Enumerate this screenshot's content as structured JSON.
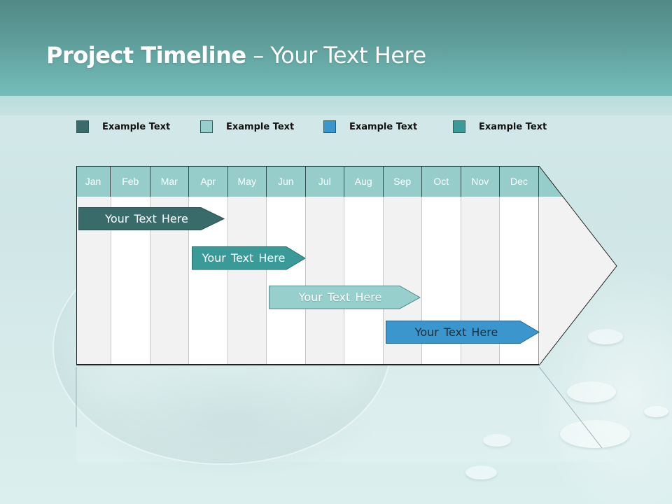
{
  "header": {
    "title_bold": "Project Timeline",
    "title_rest": " – Your Text Here"
  },
  "legend": [
    {
      "label": "Example Text",
      "color": "#3a6b6b"
    },
    {
      "label": "Example Text",
      "color": "#97cfcc"
    },
    {
      "label": "Example Text",
      "color": "#3a96cd"
    },
    {
      "label": "Example Text",
      "color": "#3a9a98"
    }
  ],
  "timeline": {
    "months": [
      "Jan",
      "Feb",
      "Mar",
      "Apr",
      "May",
      "Jun",
      "Jul",
      "Aug",
      "Sep",
      "Oct",
      "Nov",
      "Dec"
    ],
    "header_color": "#96cdca",
    "bars": [
      {
        "label": "Your  Text Here",
        "color": "#3a6b6b",
        "text_color": "#ffffff",
        "start_month": "Jan",
        "end_month": "Apr"
      },
      {
        "label": "Your  Text Here",
        "color": "#3a9a98",
        "text_color": "#ffffff",
        "start_month": "Apr",
        "end_month": "Jun"
      },
      {
        "label": "Your  Text Here",
        "color": "#97cfcc",
        "text_color": "#ffffff",
        "start_month": "Jun",
        "end_month": "Sep"
      },
      {
        "label": "Your  Text Here",
        "color": "#3a96cd",
        "text_color": "#1c2e3a",
        "start_month": "Sep",
        "end_month": "Dec"
      }
    ]
  }
}
